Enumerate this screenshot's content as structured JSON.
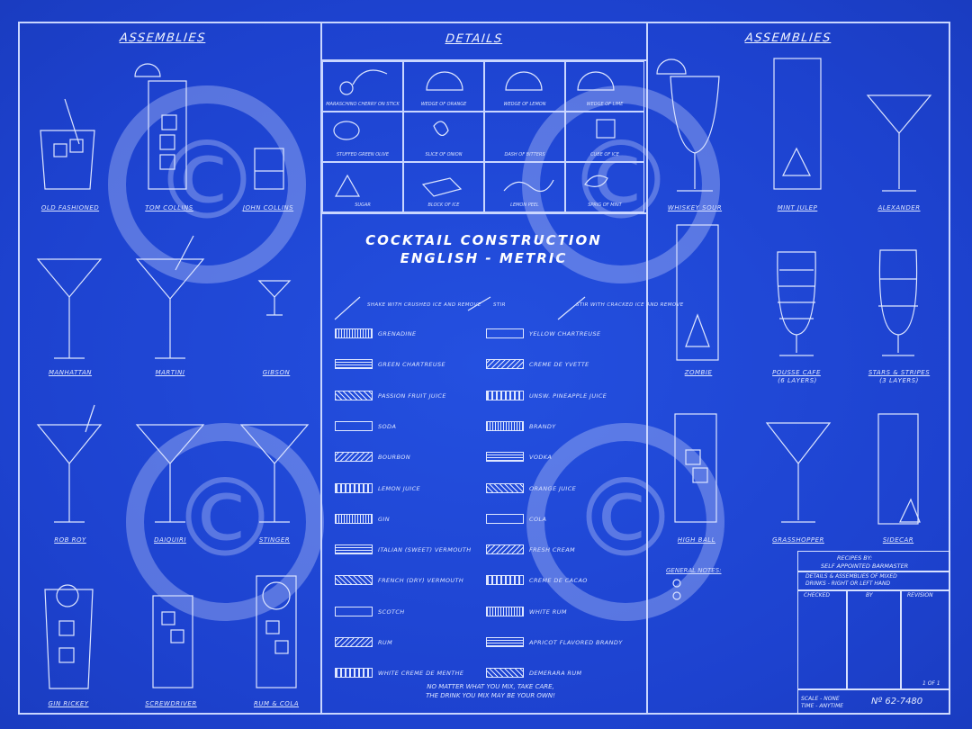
{
  "sections": {
    "left_title": "ASSEMBLIES",
    "center_title": "DETAILS",
    "right_title": "ASSEMBLIES"
  },
  "main_title": {
    "line1": "COCKTAIL CONSTRUCTION",
    "line2": "ENGLISH - METRIC"
  },
  "left_drinks": [
    "OLD FASHIONED",
    "TOM COLLINS",
    "JOHN COLLINS",
    "MANHATTAN",
    "MARTINI",
    "GIBSON",
    "ROB ROY",
    "DAIQUIRI",
    "STINGER",
    "GIN RICKEY",
    "SCREWDRIVER",
    "RUM & COLA"
  ],
  "right_drinks": [
    "WHISKEY SOUR",
    "MINT JULEP",
    "ALEXANDER",
    "ZOMBIE",
    "POUSSE CAFE",
    "STARS & STRIPES",
    "HIGH BALL",
    "GRASSHOPPER",
    "SIDECAR"
  ],
  "right_sub": [
    "(6 LAYERS)",
    "(3 LAYERS)"
  ],
  "details": [
    "MARASCHINO CHERRY ON STICK",
    "WEDGE OF ORANGE",
    "WEDGE OF LEMON",
    "WEDGE OF LIME",
    "STUFFED GREEN OLIVE",
    "SLICE OF ONION",
    "DASH OF BITTERS",
    "CUBE OF ICE",
    "SUGAR",
    "BLOCK OF ICE",
    "LEMON PEEL",
    "SPRIG OF MINT"
  ],
  "legend_notes": [
    "SHAKE WITH CRUSHED ICE AND REMOVE",
    "STIR",
    "STIR WITH CRACKED ICE AND REMOVE"
  ],
  "ingredients_left": [
    "GRENADINE",
    "GREEN CHARTREUSE",
    "PASSION FRUIT JUICE",
    "SODA",
    "BOURBON",
    "LEMON JUICE",
    "GIN",
    "ITALIAN (SWEET) VERMOUTH",
    "FRENCH (DRY) VERMOUTH",
    "SCOTCH",
    "RUM",
    "WHITE CREME DE MENTHE"
  ],
  "ingredients_right": [
    "YELLOW CHARTREUSE",
    "CREME DE YVETTE",
    "UNSW. PINEAPPLE JUICE",
    "BRANDY",
    "VODKA",
    "ORANGE JUICE",
    "COLA",
    "FRESH CREAM",
    "CREME DE CACAO",
    "WHITE RUM",
    "APRICOT FLAVORED BRANDY",
    "DEMERARA RUM"
  ],
  "footer": {
    "line1": "NO MATTER WHAT YOU MIX, TAKE CARE,",
    "line2": "THE DRINK YOU MIX MAY BE YOUR OWN!"
  },
  "notes": {
    "title": "GENERAL NOTES:"
  },
  "title_block": {
    "recipes_by": "RECIPES BY:",
    "author": "SELF APPOINTED BARMASTER",
    "desc1": "DETAILS & ASSEMBLIES OF MIXED",
    "desc2": "DRINKS - RIGHT OR LEFT HAND",
    "checked": "CHECKED",
    "by": "BY",
    "revision": "REVISION",
    "page": "1 OF 1",
    "scale": "SCALE - NONE",
    "time": "TIME - ANYTIME",
    "number": "Nº 62-7480"
  },
  "watermark": "©",
  "colors": {
    "background": "#1f47d6",
    "lines": "#c9d6ff"
  }
}
